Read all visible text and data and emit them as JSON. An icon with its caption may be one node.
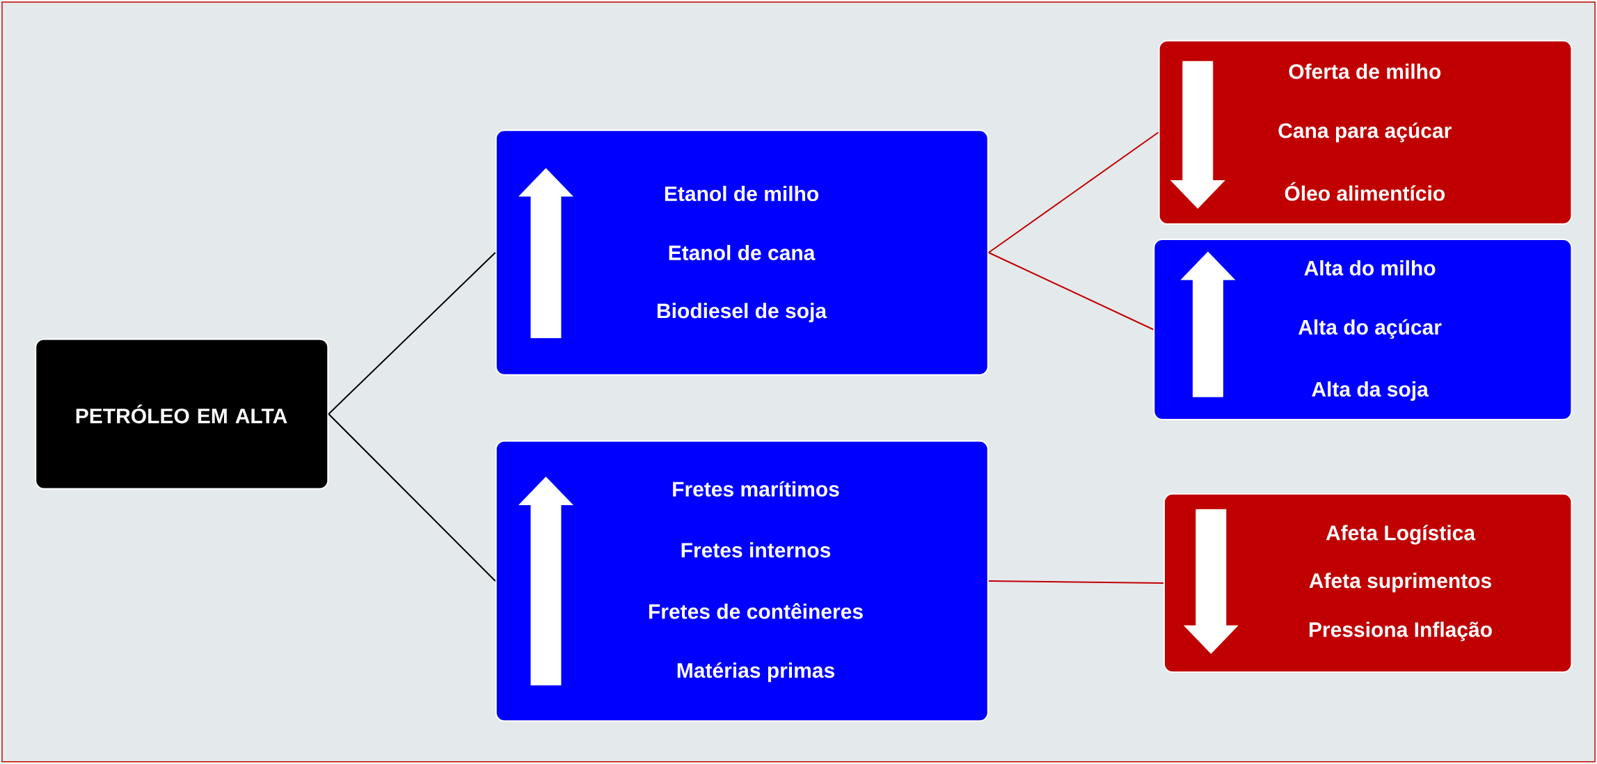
{
  "diagram": {
    "nodes": [
      {
        "text": [
          "PETRÓLEO EM ALTA"
        ]
      },
      {
        "text": [
          "Etanol de milho",
          "Etanol de cana",
          "Biodiesel de soja"
        ]
      },
      {
        "text": [
          "Fretes marítimos",
          "Fretes internos",
          "Fretes de contêineres",
          "Matérias primas"
        ]
      },
      {
        "text": [
          "Oferta de milho",
          "Cana para açúcar",
          "Óleo alimentício"
        ]
      },
      {
        "text": [
          "Alta do milho",
          "Alta do açúcar",
          "Alta da soja"
        ]
      },
      {
        "text": [
          "Afeta Logística",
          "Afeta suprimentos",
          "Pressiona Inflação"
        ]
      }
    ],
    "edges": [
      {
        "from": 0,
        "to": 1,
        "arrow": "none",
        "color": "#000000"
      },
      {
        "from": 0,
        "to": 2,
        "arrow": "none",
        "color": "#000000"
      },
      {
        "from": 1,
        "to": 3,
        "arrow": "none",
        "color": "#c00000"
      },
      {
        "from": 1,
        "to": 4,
        "arrow": "none",
        "color": "#c00000"
      },
      {
        "from": 2,
        "to": 5,
        "arrow": "none",
        "color": "#c00000"
      }
    ]
  }
}
